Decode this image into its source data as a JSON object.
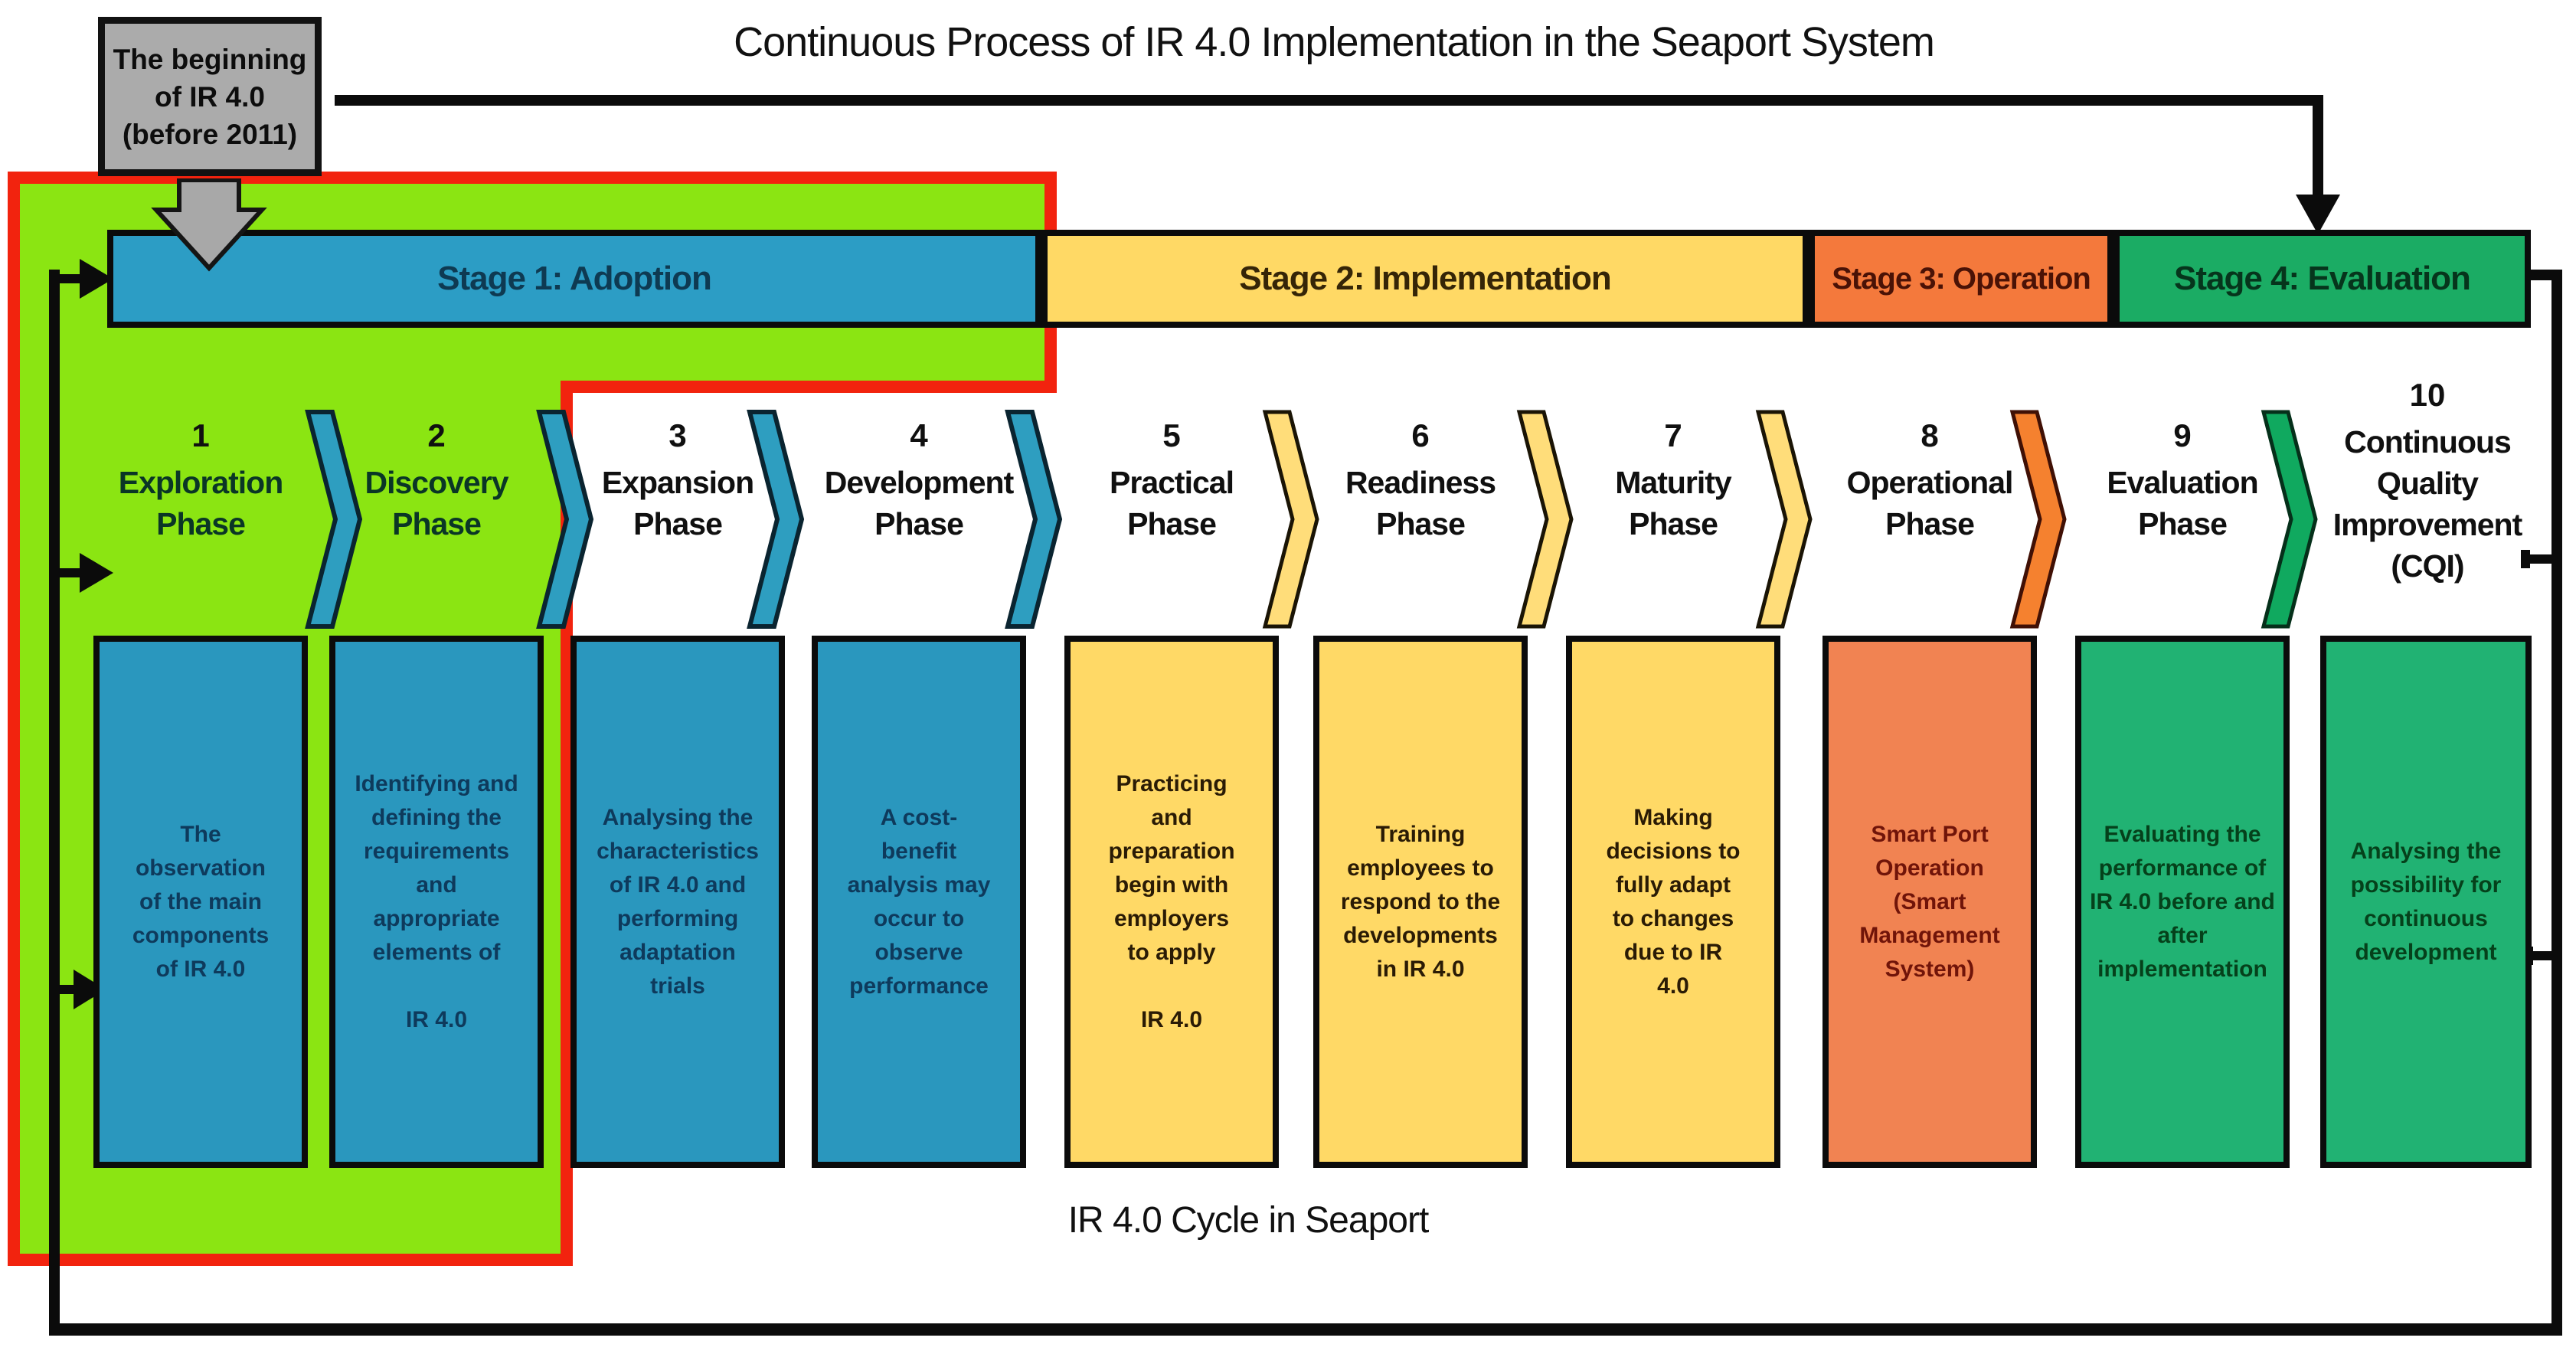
{
  "title": "Continuous Process of IR 4.0 Implementation in the Seaport System",
  "footer": "IR 4.0 Cycle in Seaport",
  "beginning_box": "The beginning\nof IR 4.0\n(before 2011)",
  "stages": [
    {
      "label": "Stage 1: Adoption"
    },
    {
      "label": "Stage 2: Implementation"
    },
    {
      "label": "Stage 3: Operation"
    },
    {
      "label": "Stage 4: Evaluation"
    }
  ],
  "phases": [
    {
      "number": "1",
      "name": "Exploration\nPhase",
      "description": "The\nobservation\nof the main\ncomponents\nof IR 4.0"
    },
    {
      "number": "2",
      "name": "Discovery\nPhase",
      "description": "Identifying and\ndefining the\nrequirements\nand\nappropriate\nelements of\n\nIR 4.0"
    },
    {
      "number": "3",
      "name": "Expansion\nPhase",
      "description": "Analysing the\ncharacteristics\nof IR 4.0 and\nperforming\nadaptation\ntrials"
    },
    {
      "number": "4",
      "name": "Development\nPhase",
      "description": "A cost-\nbenefit\nanalysis may\noccur to\nobserve\nperformance"
    },
    {
      "number": "5",
      "name": "Practical\nPhase",
      "description": "Practicing\nand\npreparation\nbegin with\nemployers\nto apply\n\nIR 4.0"
    },
    {
      "number": "6",
      "name": "Readiness\nPhase",
      "description": "Training\nemployees to\nrespond to the\ndevelopments\nin IR 4.0"
    },
    {
      "number": "7",
      "name": "Maturity\nPhase",
      "description": "Making\ndecisions to\nfully adapt\nto changes\ndue to IR\n4.0"
    },
    {
      "number": "8",
      "name": "Operational\nPhase",
      "description": "Smart Port\nOperation\n(Smart\nManagement\nSystem)"
    },
    {
      "number": "9",
      "name": "Evaluation\nPhase",
      "description": "Evaluating the\nperformance of\nIR 4.0 before and\nafter\nimplementation"
    },
    {
      "number": "10",
      "name": "Continuous\nQuality\nImprovement\n(CQI)",
      "description": "Analysing the\npossibility for\ncontinuous\ndevelopment"
    }
  ],
  "colors": {
    "stage1_blue": "#2C9DC5",
    "stage2_yellow": "#FFD965",
    "stage3_orange": "#F4793C",
    "stage4_green": "#1BAC64",
    "box_blue": "#2A97BE",
    "box_yellow": "#FFD966",
    "box_orange": "#F18352",
    "box_green": "#21B273",
    "highlight_green": "#8BE512",
    "highlight_border_red": "#F2230E",
    "beginning_box_gray": "#ABABAB",
    "connector_black": "#0b0b0b"
  }
}
